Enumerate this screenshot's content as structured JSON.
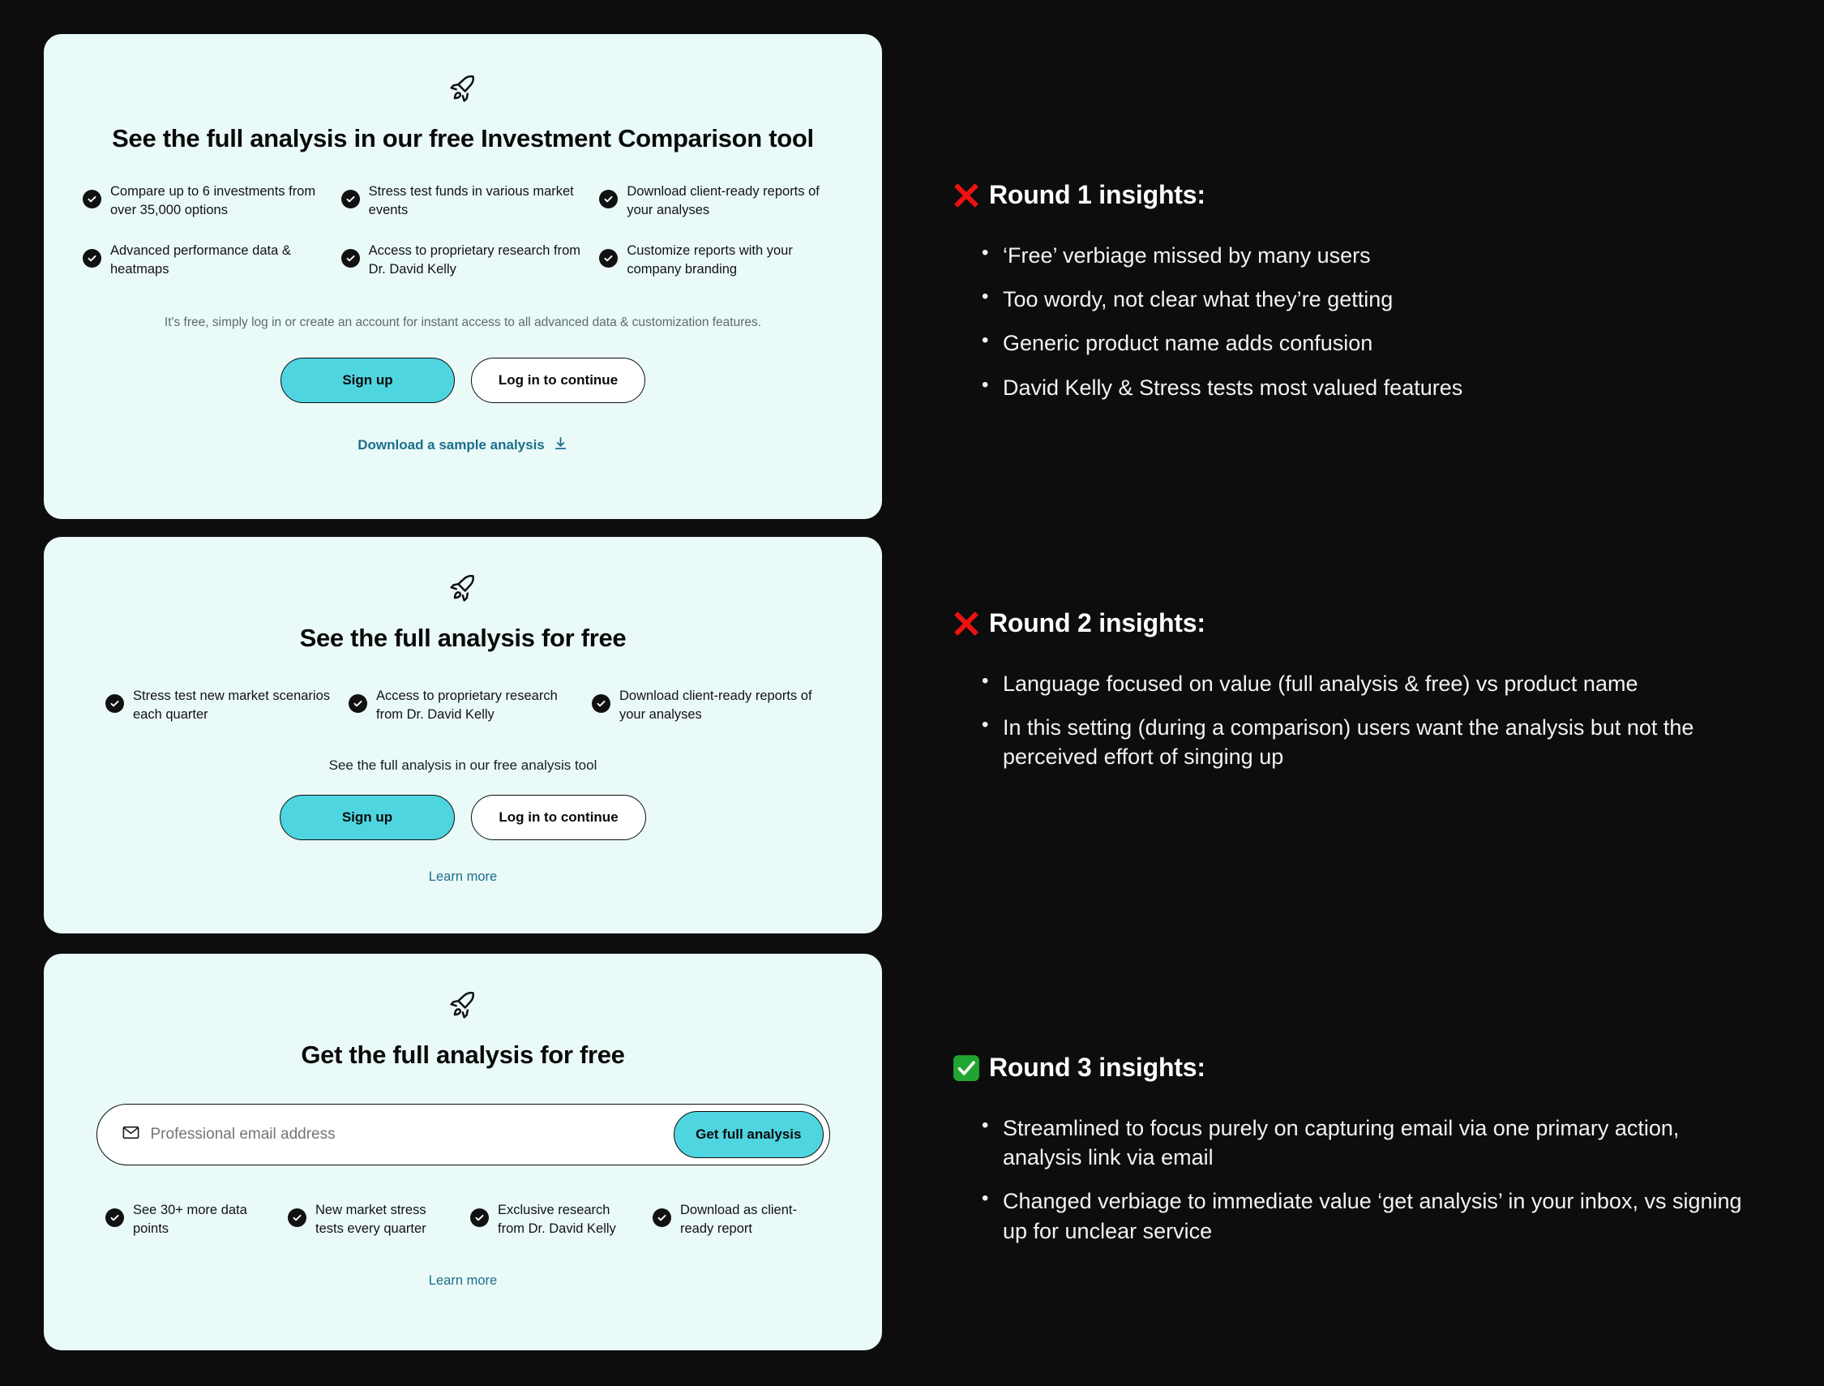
{
  "colors": {
    "page_bg": "#0d0d0d",
    "card_bg": "#eafaf8",
    "accent_cyan": "#4fd5e0",
    "link_blue": "#1b6e8c",
    "error_red": "#ee1111",
    "success_green": "#21a531"
  },
  "cards": [
    {
      "icon": "rocket-icon",
      "title": "See the full analysis in our free Investment Comparison tool",
      "features": [
        "Compare up to 6 investments from over 35,000 options",
        "Stress test funds in various market events",
        "Download client-ready reports of your analyses",
        "Advanced performance data & heatmaps",
        "Access to proprietary research from Dr. David Kelly",
        "Customize reports with your company branding"
      ],
      "fine_print": "It's free, simply log in or create an account for instant access to all advanced data & customization features.",
      "primary_button": "Sign up",
      "secondary_button": "Log in to continue",
      "download_link": "Download a sample analysis"
    },
    {
      "icon": "rocket-icon",
      "title": "See the full analysis for free",
      "features": [
        "Stress test new market scenarios each quarter",
        "Access to proprietary research from Dr. David Kelly",
        "Download client-ready reports of your analyses"
      ],
      "sub_line": "See the full analysis in our free analysis tool",
      "primary_button": "Sign up",
      "secondary_button": "Log in to continue",
      "learn_more": "Learn more"
    },
    {
      "icon": "rocket-icon",
      "title": "Get the full analysis for free",
      "email_placeholder": "Professional email address",
      "email_value": "",
      "submit_button": "Get full analysis",
      "features": [
        "See 30+ more data points",
        "New market stress tests every quarter",
        "Exclusive research from Dr. David Kelly",
        "Download as client-ready report"
      ],
      "learn_more": "Learn more"
    }
  ],
  "insights": [
    {
      "status_icon": "red-x-icon",
      "heading": "Round 1 insights:",
      "bullets": [
        "‘Free’ verbiage missed by many users",
        "Too wordy, not clear what they’re getting",
        "Generic product name adds confusion",
        "David Kelly & Stress tests most valued features"
      ]
    },
    {
      "status_icon": "red-x-icon",
      "heading": "Round 2 insights:",
      "bullets": [
        "Language focused on value (full analysis & free) vs product name",
        "In this setting (during a comparison) users want the analysis but not the perceived effort of singing up"
      ]
    },
    {
      "status_icon": "green-check-icon",
      "heading": "Round 3 insights:",
      "bullets": [
        "Streamlined to focus purely on capturing email via one primary action, analysis link via email",
        "Changed verbiage to immediate value ‘get analysis’ in your inbox, vs signing up for unclear service"
      ]
    }
  ]
}
